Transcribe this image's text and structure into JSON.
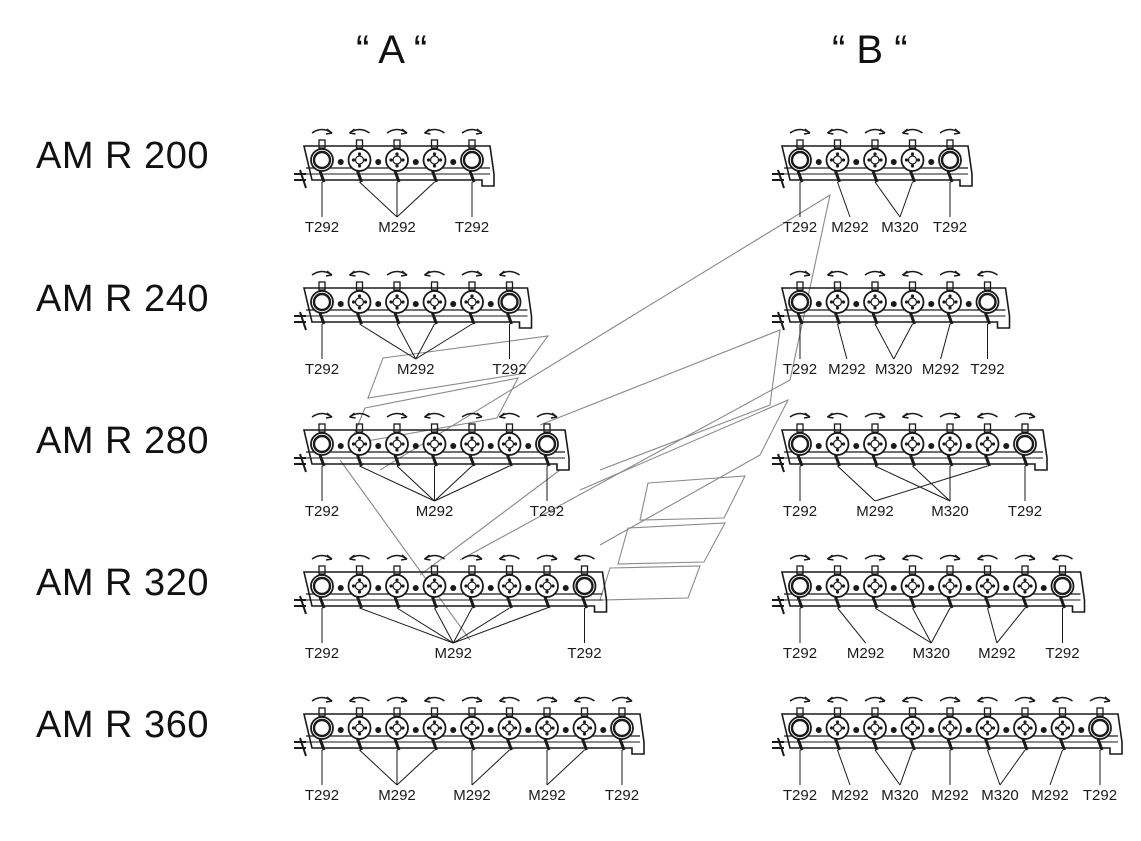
{
  "columns": [
    {
      "label": "“ A “"
    },
    {
      "label": "“ B “"
    }
  ],
  "rows": [
    {
      "label": "AM R 200",
      "a": {
        "discs": 5,
        "units": [
          "T292",
          "M292",
          "M292",
          "M292",
          "T292"
        ],
        "callouts": [
          "T292",
          "M292",
          "T292"
        ]
      },
      "b": {
        "discs": 5,
        "units": [
          "T292",
          "M292",
          "M320",
          "M320",
          "T292"
        ],
        "callouts": [
          "T292",
          "M292",
          "M320",
          "T292"
        ]
      }
    },
    {
      "label": "AM R 240",
      "a": {
        "discs": 6,
        "units": [
          "T292",
          "M292",
          "M292",
          "M292",
          "M292",
          "T292"
        ],
        "callouts": [
          "T292",
          "M292",
          "T292"
        ]
      },
      "b": {
        "discs": 6,
        "units": [
          "T292",
          "M292",
          "M320",
          "M320",
          "M292",
          "T292"
        ],
        "callouts": [
          "T292",
          "M292",
          "M320",
          "M292",
          "T292"
        ]
      }
    },
    {
      "label": "AM R 280",
      "a": {
        "discs": 7,
        "units": [
          "T292",
          "M292",
          "M292",
          "M292",
          "M292",
          "M292",
          "T292"
        ],
        "callouts": [
          "T292",
          "M292",
          "T292"
        ]
      },
      "b": {
        "discs": 7,
        "units": [
          "T292",
          "M292",
          "M320",
          "M320",
          "M320",
          "M292",
          "T292"
        ],
        "callouts": [
          "T292",
          "M292",
          "M320",
          "T292"
        ]
      }
    },
    {
      "label": "AM R 320",
      "a": {
        "discs": 8,
        "units": [
          "T292",
          "M292",
          "M292",
          "M292",
          "M292",
          "M292",
          "M292",
          "T292"
        ],
        "callouts": [
          "T292",
          "M292",
          "T292"
        ]
      },
      "b": {
        "discs": 8,
        "units": [
          "T292",
          "M292",
          "M320",
          "M320",
          "M320",
          "M292",
          "M292",
          "T292"
        ],
        "callouts": [
          "T292",
          "M292",
          "M320",
          "M292",
          "T292"
        ]
      }
    },
    {
      "label": "AM R 360",
      "a": {
        "discs": 9,
        "units": [
          "T292",
          "M292",
          "M292",
          "M292",
          "M292",
          "M292",
          "M292",
          "M292",
          "T292"
        ],
        "callouts": [
          "T292",
          "M292",
          "M292",
          "M292",
          "T292"
        ]
      },
      "b": {
        "discs": 9,
        "units": [
          "T292",
          "M292",
          "M320",
          "M320",
          "M292",
          "M320",
          "M320",
          "M292",
          "T292"
        ],
        "callouts": [
          "T292",
          "M292",
          "M320",
          "M292",
          "M320",
          "M292",
          "T292"
        ]
      }
    }
  ],
  "colors": {
    "ink": "#1a1a1a",
    "guide": "#8a8a8a"
  }
}
